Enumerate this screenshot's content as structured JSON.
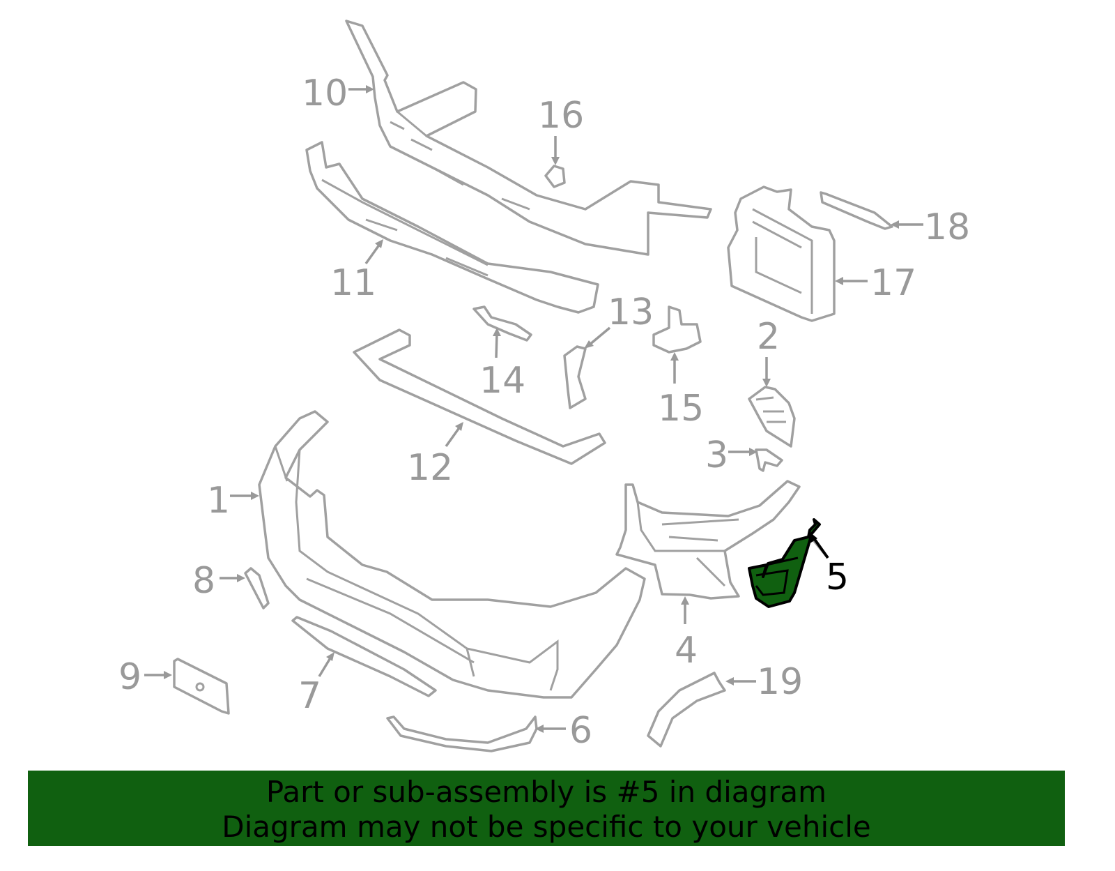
{
  "diagram": {
    "labels": [
      "1",
      "2",
      "3",
      "4",
      "5",
      "6",
      "7",
      "8",
      "9",
      "10",
      "11",
      "12",
      "13",
      "14",
      "15",
      "16",
      "17",
      "18",
      "19"
    ],
    "highlighted_part": "5",
    "highlight_color": "#106010",
    "label_color": "#999999"
  },
  "banner": {
    "line1": "Part or sub-assembly is #5 in diagram",
    "line2": "Diagram may not be specific to your vehicle",
    "background": "#106010"
  }
}
